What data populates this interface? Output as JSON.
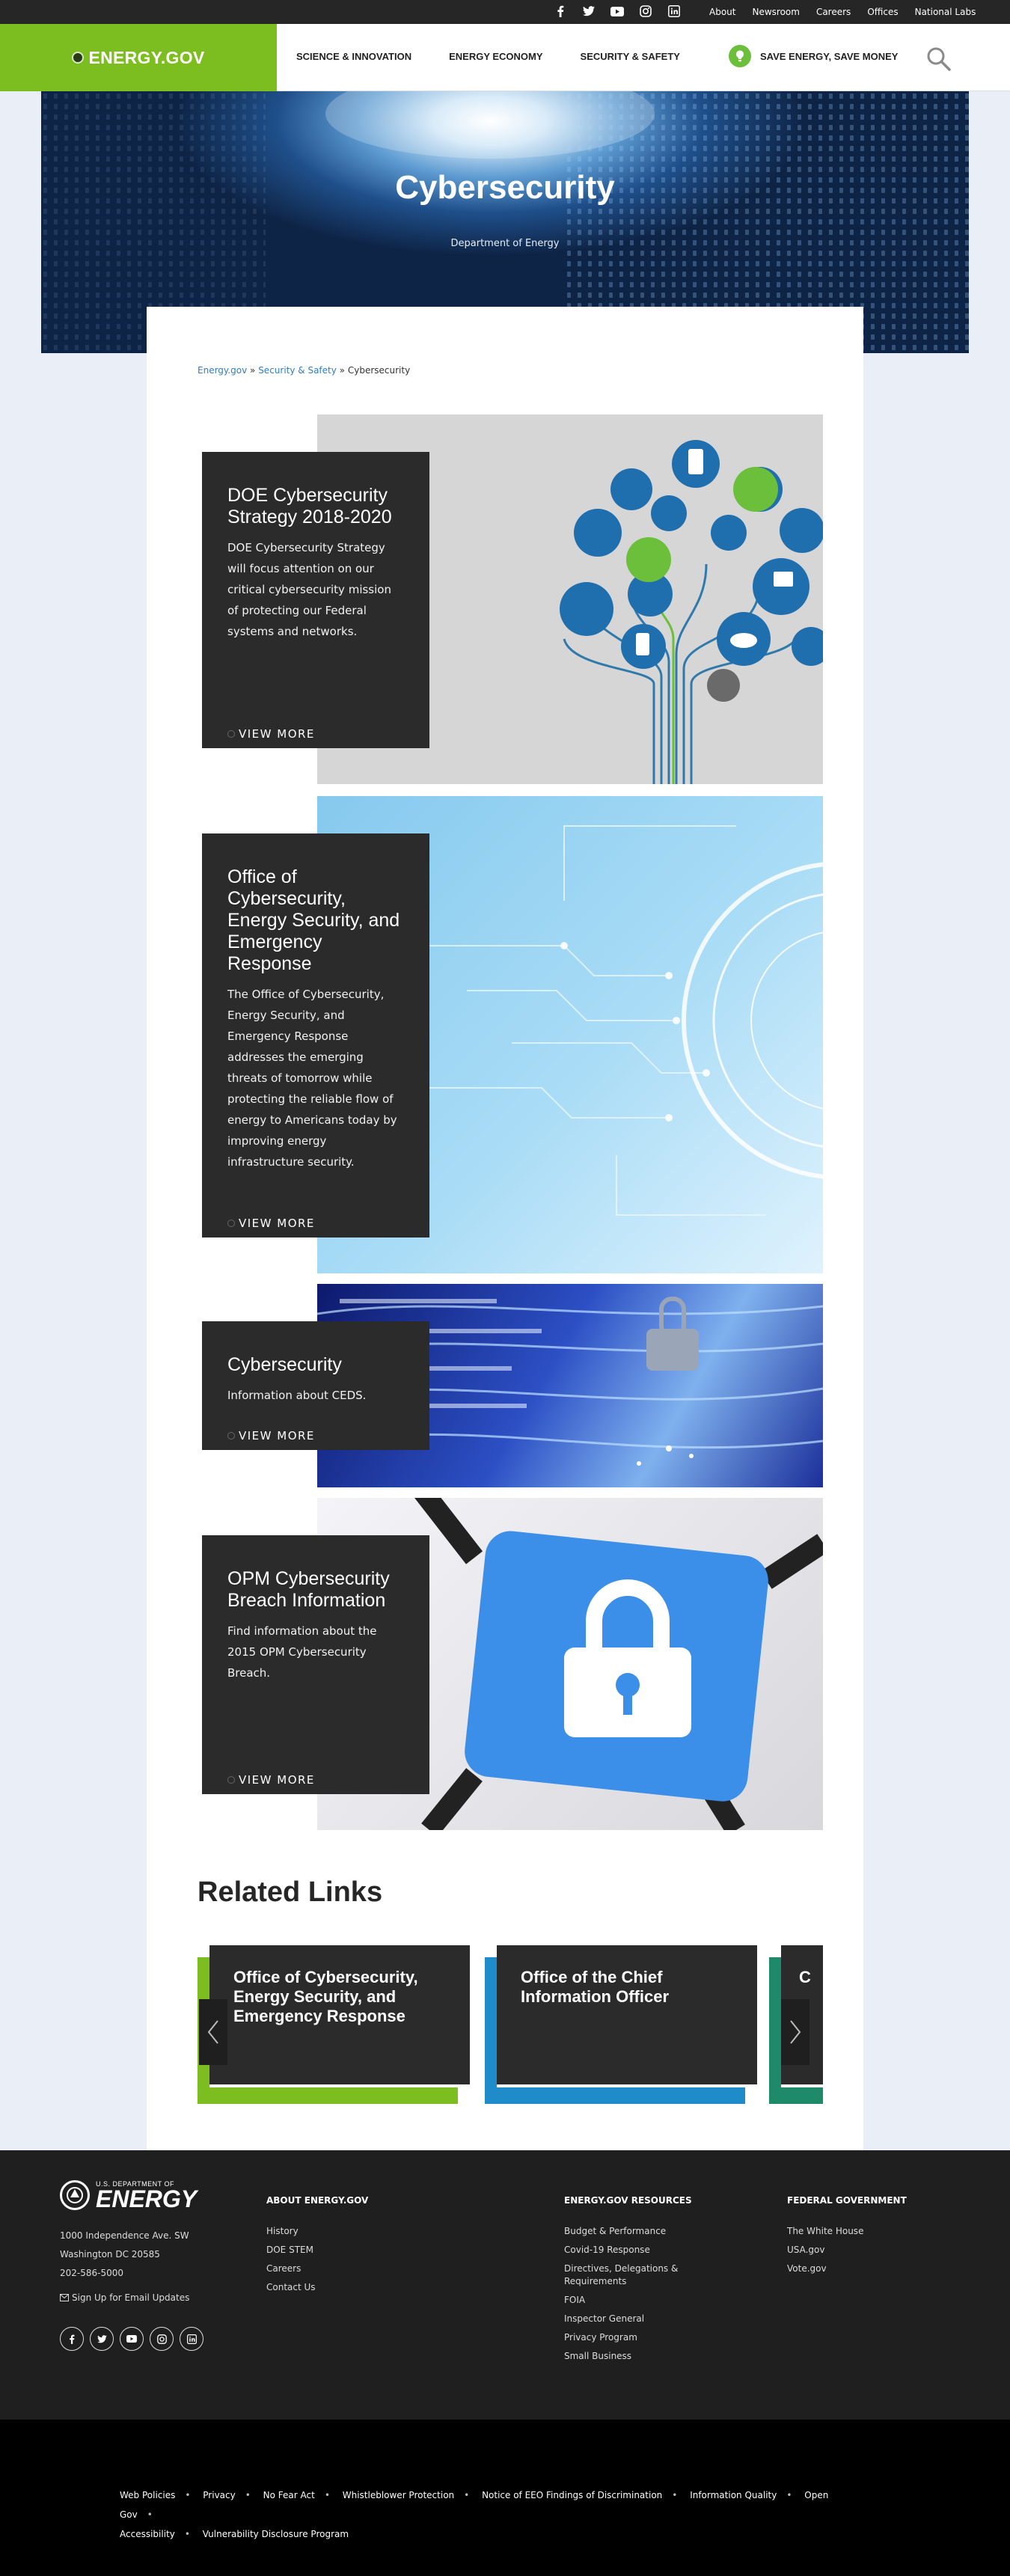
{
  "utility": {
    "icons": [
      "facebook-icon",
      "twitter-icon",
      "youtube-icon",
      "instagram-icon",
      "linkedin-icon"
    ],
    "links": [
      "About",
      "Newsroom",
      "Careers",
      "Offices",
      "National Labs"
    ]
  },
  "header": {
    "brand": "ENERGY.GOV",
    "nav": [
      "SCIENCE & INNOVATION",
      "ENERGY ECONOMY",
      "SECURITY & SAFETY"
    ],
    "save_label": "SAVE ENERGY, SAVE MONEY"
  },
  "hero": {
    "title": "Cybersecurity",
    "subtitle": "Department of Energy"
  },
  "breadcrumb": {
    "items": [
      "Energy.gov",
      "Security & Safety",
      "Cybersecurity"
    ],
    "sep": "»"
  },
  "cards": [
    {
      "title": "DOE Cybersecurity Strategy 2018-2020",
      "desc": "DOE Cybersecurity Strategy will focus attention on our critical cybersecurity mission of protecting our Federal systems and networks.",
      "more": "VIEW MORE"
    },
    {
      "title": "Office of Cybersecurity, Energy Security, and Emergency Response",
      "desc": "The Office of Cybersecurity, Energy Security, and Emergency Response addresses the emerging threats of tomorrow while protecting the reliable flow of energy to Americans today by improving energy infrastructure security.",
      "more": "VIEW MORE"
    },
    {
      "title": "Cybersecurity",
      "desc": "Information about CEDS.",
      "more": "VIEW MORE"
    },
    {
      "title": "OPM Cybersecurity Breach Information",
      "desc": "Find information about the 2015 OPM Cybersecurity Breach.",
      "more": "VIEW MORE"
    }
  ],
  "related": {
    "title": "Related Links",
    "items": [
      {
        "label": "Office of Cybersecurity, Energy Security, and Emergency Response",
        "color": "#7cbd1f"
      },
      {
        "label": "Office of the Chief Information Officer",
        "color": "#1f8bc8"
      },
      {
        "label": "C",
        "color": "#1f8a6a"
      }
    ]
  },
  "footer": {
    "logo_small": "U.S. DEPARTMENT OF",
    "logo_big": "ENERGY",
    "address": [
      "1000 Independence Ave. SW",
      "Washington DC 20585",
      "202-586-5000"
    ],
    "signup": "Sign Up for Email Updates",
    "social": [
      "facebook-icon",
      "twitter-icon",
      "youtube-icon",
      "instagram-icon",
      "linkedin-icon"
    ],
    "columns": [
      {
        "heading": "ABOUT ENERGY.GOV",
        "items": [
          "History",
          "DOE STEM",
          "Careers",
          "Contact Us"
        ]
      },
      {
        "heading": "ENERGY.GOV RESOURCES",
        "items": [
          "Budget & Performance",
          "Covid-19 Response",
          "Directives, Delegations & Requirements",
          "FOIA",
          "Inspector General",
          "Privacy Program",
          "Small Business"
        ]
      },
      {
        "heading": "FEDERAL GOVERNMENT",
        "items": [
          "The White House",
          "USA.gov",
          "Vote.gov"
        ]
      }
    ]
  },
  "legal": {
    "links": [
      "Web Policies",
      "Privacy",
      "No Fear Act",
      "Whistleblower Protection",
      "Notice of EEO Findings of Discrimination",
      "Information Quality",
      "Open Gov",
      "Accessibility",
      "Vulnerability Disclosure Program"
    ]
  },
  "colors": {
    "brand_green": "#7cbd1f",
    "link_blue": "#2f7dc1",
    "card_dark": "#2b2b2b"
  }
}
